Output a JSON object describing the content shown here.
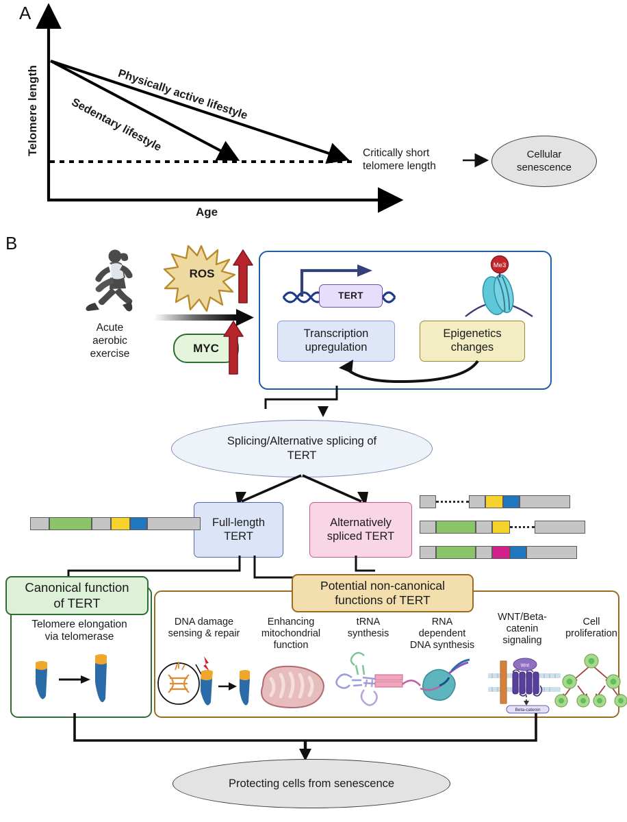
{
  "figure": {
    "panel_a_letter": "A",
    "panel_b_letter": "B"
  },
  "panel_a": {
    "y_axis_label": "Telomere length",
    "x_axis_label": "Age",
    "line_labels": {
      "active": "Physically active lifestyle",
      "sedentary": "Sedentary lifestyle"
    },
    "threshold_label_line1": "Critically short",
    "threshold_label_line2": "telomere length",
    "outcome_line1": "Cellular",
    "outcome_line2": "senescence"
  },
  "panel_b": {
    "stimulus": {
      "line1": "Acute",
      "line2": "aerobic",
      "line3": "exercise",
      "icon": "runner-icon"
    },
    "mediators": [
      {
        "label": "ROS",
        "shape": "starburst",
        "fill": "#eed9a0",
        "stroke": "#b98b2a",
        "arrow": "up-red"
      },
      {
        "label": "MYC",
        "shape": "capsule",
        "fill": "#e4f5dc",
        "stroke": "#2c6e32",
        "arrow": "up-red"
      }
    ],
    "nucleus_box": {
      "gene_label": "TERT",
      "histone_mark": "Me3",
      "transcription_box": "Transcription upregulation",
      "transcription_line1": "Transcription",
      "transcription_line2": "upregulation",
      "epigenetics_line1": "Epigenetics",
      "epigenetics_line2": "changes"
    },
    "splicing_ellipse_line1": "Splicing/Alternative splicing of",
    "splicing_ellipse_line2": "TERT",
    "transcript_boxes": [
      {
        "line1": "Full-length",
        "line2": "TERT",
        "fill": "#dce5f7",
        "stroke": "#4f6bb5"
      },
      {
        "line1": "Alternatively",
        "line2": "spliced TERT",
        "fill": "#f9d6e6",
        "stroke": "#c4588f"
      }
    ],
    "canonical": {
      "header_line1": "Canonical function",
      "header_line2": "of TERT",
      "caption_line1": "Telomere elongation",
      "caption_line2": "via telomerase"
    },
    "non_canonical": {
      "header_line1": "Potential non-canonical",
      "header_line2": "functions of TERT",
      "items": [
        {
          "line1": "DNA damage",
          "line2": "sensing & repair",
          "line3": "",
          "icon": "dna-damage-icon"
        },
        {
          "line1": "Enhancing",
          "line2": "mitochondrial",
          "line3": "function",
          "icon": "mitochondrion-icon"
        },
        {
          "line1": "tRNA",
          "line2": "synthesis",
          "line3": "",
          "icon": "trna-icon"
        },
        {
          "line1": "RNA",
          "line2": "dependent",
          "line3": "DNA synthesis",
          "icon": "rna-polymerase-icon"
        },
        {
          "line1": "WNT/Beta-",
          "line2": "catenin",
          "line3": "signaling",
          "icon": "wnt-receptor-icon"
        },
        {
          "line1": "Cell",
          "line2": "proliferation",
          "line3": "",
          "icon": "cell-division-icon"
        }
      ],
      "wnt_label": "Wnt",
      "beta_catenin_label": "Beta-catenin"
    },
    "outcome_ellipse": "Protecting cells from senescence"
  },
  "colors": {
    "nucleus_border": "#1f5fa8",
    "canonical_border": "#2c6e32",
    "canonical_header_fill": "#ddf0d8",
    "noncanonical_border": "#9c6a22",
    "noncanonical_header_fill": "#f3dfae",
    "full_length_fill": "#dce5f7",
    "alt_spliced_fill": "#f9d6e6",
    "splice_ellipse_fill": "#eef2f9",
    "grey_ellipse_fill": "#e3e3e3",
    "exon_green": "#8cc46a",
    "exon_yellow": "#f6d22c",
    "exon_blue": "#2077bf",
    "exon_magenta": "#d21f8a",
    "exon_grey": "#c5c5c5",
    "red_arrow": "#b5252b"
  },
  "gene_diagrams": {
    "full_length": [
      {
        "color": "#c5c5c5",
        "w": 28
      },
      {
        "color": "#8cc46a",
        "w": 62
      },
      {
        "color": "#c5c5c5",
        "w": 28
      },
      {
        "color": "#f6d22c",
        "w": 28
      },
      {
        "color": "#2077bf",
        "w": 25
      },
      {
        "color": "#c5c5c5",
        "w": 78
      }
    ],
    "variants": [
      [
        {
          "color": "#c5c5c5",
          "w": 24
        },
        {
          "gap": 48
        },
        {
          "color": "#c5c5c5",
          "w": 24
        },
        {
          "color": "#f6d22c",
          "w": 26
        },
        {
          "color": "#2077bf",
          "w": 24
        },
        {
          "color": "#c5c5c5",
          "w": 74
        }
      ],
      [
        {
          "color": "#c5c5c5",
          "w": 24
        },
        {
          "color": "#8cc46a",
          "w": 58
        },
        {
          "color": "#c5c5c5",
          "w": 24
        },
        {
          "color": "#f6d22c",
          "w": 26
        },
        {
          "gap": 36
        },
        {
          "color": "#c5c5c5",
          "w": 74
        }
      ],
      [
        {
          "color": "#c5c5c5",
          "w": 24
        },
        {
          "color": "#8cc46a",
          "w": 58
        },
        {
          "color": "#c5c5c5",
          "w": 24
        },
        {
          "color": "#d21f8a",
          "w": 26
        },
        {
          "color": "#2077bf",
          "w": 24
        },
        {
          "color": "#c5c5c5",
          "w": 74
        }
      ]
    ]
  }
}
